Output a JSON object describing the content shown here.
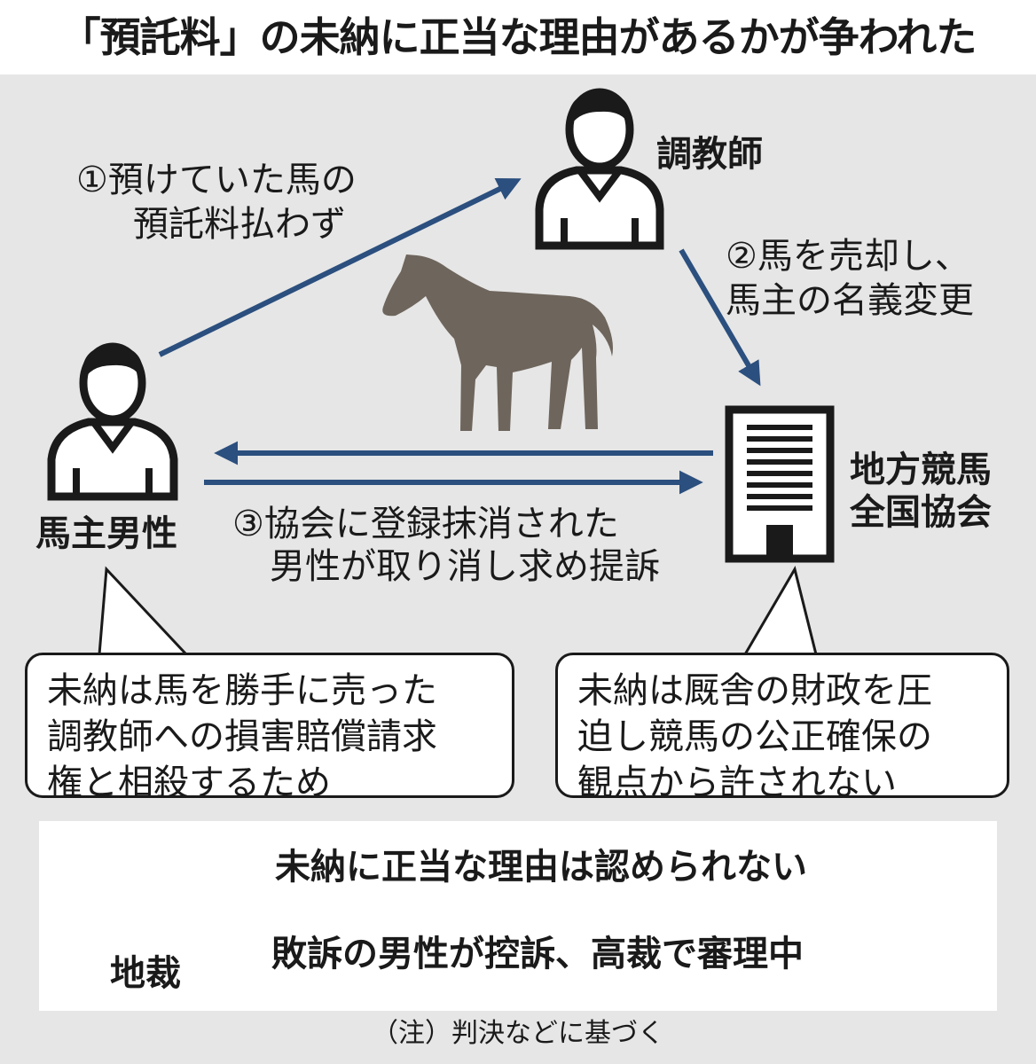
{
  "title": "「預託料」の未納に正当な理由があるかが争われた",
  "nodes": {
    "trainer": "調教師",
    "owner": "馬主男性",
    "association_line1": "地方競馬",
    "association_line2": "全国協会"
  },
  "arrows": {
    "step1": [
      "①預けていた馬の",
      "預託料払わず"
    ],
    "step2": [
      "②馬を売却し、",
      "馬主の名義変更"
    ],
    "step3": [
      "③協会に登録抹消された",
      "男性が取り消し求め提訴"
    ]
  },
  "claims": {
    "owner": [
      "未納は馬を勝手に売った",
      "調教師への損害賠償請求",
      "権と相殺するため"
    ],
    "association": [
      "未納は厩舎の財政を圧",
      "迫し競馬の公正確保の",
      "観点から許されない"
    ]
  },
  "court": {
    "label": "地裁",
    "ruling": "未納に正当な理由は認められない",
    "outcome": "敗訴の男性が控訴、高裁で審理中"
  },
  "note": "（注）判決などに基づく",
  "colors": {
    "arrow": "#2b4f7e",
    "horse": "#6e655c",
    "panel": "#e6e6e6",
    "ink": "#1a1a1a"
  },
  "icons": [
    "trainer-person-icon",
    "owner-person-icon",
    "association-building-icon",
    "horse-icon",
    "courthouse-icon"
  ]
}
